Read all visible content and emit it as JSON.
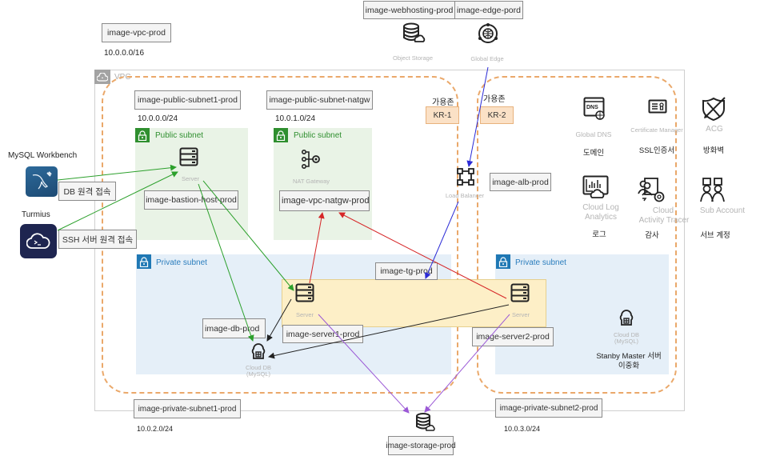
{
  "diagram": {
    "vpc": {
      "name_tag": "image-vpc-prod",
      "cidr": "10.0.0.0/16",
      "label": "VPC"
    },
    "top_services": {
      "webhosting_tag": "image-webhosting-prod",
      "edge_tag": "image-edge-pord",
      "object_storage_caption": "Object Storage",
      "global_edge_caption": "Global Edge"
    },
    "availability_zones": [
      {
        "label": "가용존",
        "name": "KR-1"
      },
      {
        "label": "가용존",
        "name": "KR-2"
      }
    ],
    "subnets": {
      "public1": {
        "tag": "image-public-subnet1-prod",
        "cidr": "10.0.0.0/24",
        "title": "Public subnet",
        "server_caption": "Server",
        "server_tag": "image-bastion-host-prod"
      },
      "natgw": {
        "tag": "image-public-subnet-natgw",
        "cidr": "10.0.1.0/24",
        "title": "Public subnet",
        "nat_caption": "NAT Gateway",
        "nat_tag": "image-vpc-natgw-prod"
      },
      "private1": {
        "tag": "image-private-subnet1-prod",
        "cidr": "10.0.2.0/24",
        "title": "Private subnet",
        "db_tag": "image-db-prod",
        "db_caption_1": "Cloud DB",
        "db_caption_2": "(MySQL)"
      },
      "private2": {
        "tag": "image-private-subnet2-prod",
        "cidr": "10.0.3.0/24",
        "title": "Private subnet",
        "db_caption_1": "Cloud DB",
        "db_caption_2": "(MySQL)",
        "note_1": "Stanby Master 서버",
        "note_2": "이중화"
      }
    },
    "load_balancer": {
      "caption": "Load Balancer",
      "tag": "image-alb-prod"
    },
    "target_group": {
      "tag": "image-tg-prod",
      "server1_caption": "Server",
      "server1_tag": "image-server1-prod",
      "server2_caption": "Server",
      "server2_tag": "image-server2-prod"
    },
    "storage": {
      "tag": "image-storage-prod"
    },
    "clients": [
      {
        "name": "MySQL Workbench",
        "action": "DB 원격 접속"
      },
      {
        "name": "Turmius",
        "action": "SSH 서버 원격 접속"
      }
    ],
    "managed_services": [
      {
        "caption": "Global DNS",
        "korean": "도메인",
        "icon": "dns-icon"
      },
      {
        "caption": "Certificate Manager",
        "korean": "SSL인증서",
        "icon": "certificate-icon"
      },
      {
        "caption": "ACG",
        "korean": "방화벽",
        "icon": "shield-icon"
      },
      {
        "caption": "Cloud Log Analytics",
        "caption_1": "Cloud Log",
        "caption_2": "Analytics",
        "korean": "로그",
        "icon": "log-analytics-icon"
      },
      {
        "caption": "Cloud Activity Tracer",
        "caption_1": "Cloud",
        "caption_2": "Activity Tracer",
        "korean": "감사",
        "icon": "activity-tracer-icon"
      },
      {
        "caption": "Sub Account",
        "korean": "서브 계정",
        "icon": "sub-account-icon"
      }
    ],
    "colors": {
      "ssh_db_flow": "#2ca02c",
      "nat_flow": "#d62728",
      "lb_flow": "#2b2bd6",
      "storage_flow": "#9b59d6",
      "db_flow": "#222222",
      "az_border": "#eaa86a"
    }
  }
}
